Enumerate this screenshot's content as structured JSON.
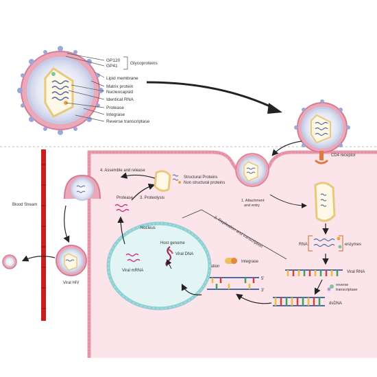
{
  "legend": {
    "gp120": "GP120",
    "gp41": "GP41",
    "glycoproteins": "Glycoproteins",
    "lipid_membrane": "Lipid membrane",
    "matrix_protein": "Matrix protein",
    "nucleocapsid": "Nucleocapsid",
    "identical_rna": "Identical RNA",
    "protease": "Protease",
    "integrase": "Integrase",
    "reverse_transcriptase": "Reverse transcriptase"
  },
  "labels": {
    "cd4_receptor": "CD4 receptor",
    "assemble_release": "4. Assemble and release",
    "structural_proteins": "Structural Proteins",
    "non_structural_proteins": "Non structural proteins",
    "proteolysis": "3. Proteolysis",
    "protease": "Protease",
    "blood_stream": "Blood Stream",
    "nucleus": "Nucleus",
    "replication": "2. Replication and transcription",
    "attachment_1": "1. Attachment",
    "attachment_2": "and entry",
    "host_genome": "Host genome",
    "viral_dna": "Viral DNA",
    "viral_mrna": "Viral mRNA",
    "integration": "Integration",
    "integrase": "Integrase",
    "rna": "RNA",
    "enzymes": "enzymes",
    "viral_rna": "Viral RNA",
    "reverse": "reverse",
    "transcriptase": "transcriptase",
    "dsdna": "dsDNA",
    "viral_hiv": "Viral HIV",
    "three_prime_top": "3'",
    "five_prime_top": "5'",
    "five_prime_bottom": "5'",
    "three_prime_bottom": "3'"
  },
  "colors": {
    "cell": "#fbe4ea",
    "membrane": "#e89aac",
    "membrane_dark": "#d77b92",
    "blood_vessel": "#c81e1e",
    "capsid": "#e8c87a",
    "rna": "#4a6aa0",
    "accent_orange": "#f0a040"
  }
}
